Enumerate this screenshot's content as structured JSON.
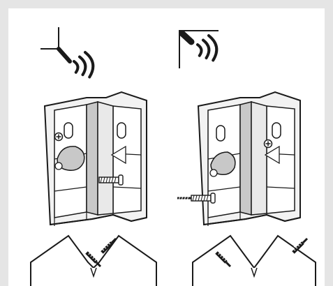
{
  "diagram": {
    "panels": [
      {
        "id": "left",
        "mounting_icon": "inside-corner-sensor-icon",
        "screw_hole": "upper-left",
        "screw_shown": "inserted-bolt-right-chamber"
      },
      {
        "id": "right",
        "mounting_icon": "outside-corner-sensor-icon",
        "screw_hole": "upper-right",
        "screw_shown": "side-screw-left-protruding"
      }
    ],
    "wall_details": [
      {
        "id": "left-detail",
        "corner": "inside",
        "screws": 2
      },
      {
        "id": "right-detail",
        "corner": "outside",
        "screws": 2
      }
    ],
    "colors": {
      "frame_bg": "#e5e5e5",
      "panel_bg": "#ffffff",
      "line": "#1a1a1a",
      "fill_light": "#f2f2f2",
      "fill_grey": "#c8c8c8"
    }
  }
}
